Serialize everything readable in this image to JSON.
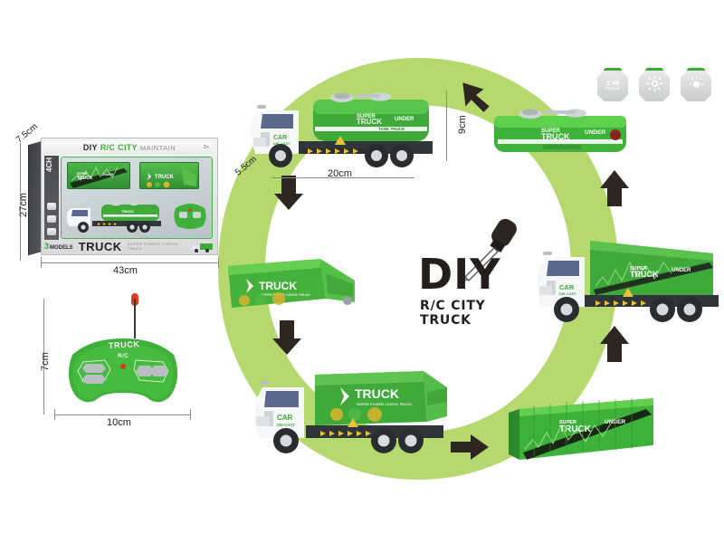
{
  "page": {
    "title": "DIY R/C City Truck product sheet",
    "background_color": "#ffffff",
    "band_color": "#b5d96e",
    "brand_green": "#3eaa34",
    "arrow_color": "#2e2620"
  },
  "center_logo": {
    "title": "DIY",
    "subtitle": "R/C CITY TRUCK",
    "icon": "screwdriver-icon"
  },
  "feature_badges": [
    {
      "name": "scale-badge",
      "line1": "1:48",
      "line2": "SCALE",
      "icon": "scale-icon"
    },
    {
      "name": "gear-badge",
      "line1": "",
      "line2": "",
      "icon": "gear-icon"
    },
    {
      "name": "light-badge",
      "line1": "",
      "line2": "",
      "icon": "light-bulb-icon"
    }
  ],
  "retail_box": {
    "name": "retail-package",
    "header": {
      "diy": "DIY",
      "rc": "R/C",
      "city": "CITY",
      "maintain": "MAINTAIN",
      "age": "3+"
    },
    "left_panel": {
      "channels": "4CH",
      "buttons": [
        "button-1",
        "button-2",
        "button-3"
      ]
    },
    "footer": {
      "models_count": "3",
      "models_label": "MODELS",
      "brand": "TRUCK",
      "sub": "SUPER POWER CARGO TRUCK"
    },
    "contents": [
      {
        "name": "container-module",
        "label": "SUPER TRUCK UNDER"
      },
      {
        "name": "garbage-module",
        "label": "TRUCK"
      },
      {
        "name": "tanker-truck",
        "label": "SUPER TRUCK"
      },
      {
        "name": "remote-control",
        "label": "TRUCK R/C"
      }
    ],
    "dimensions": {
      "width": "43cm",
      "height": "27cm",
      "depth": "7.5cm"
    }
  },
  "remote": {
    "name": "remote-control",
    "brand": "TRUCK",
    "mode": "R/C",
    "dimensions": {
      "width": "10cm",
      "height": "7cm"
    },
    "controls": [
      "forward-button",
      "reverse-button",
      "left-button",
      "right-button"
    ],
    "indicator": "power-led"
  },
  "products": [
    {
      "name": "tanker-truck",
      "cab_label": "CAR",
      "cab_sub": "DIE-CAST",
      "body_label": "SUPER TRUCK",
      "body_sub": "TANK TRUCK",
      "dimensions": {
        "length": "20cm",
        "height": "9cm",
        "width": "5.5cm"
      }
    },
    {
      "name": "tank-module",
      "body_label": "SUPER TRUCK",
      "body_sub": "UNDER"
    },
    {
      "name": "container-truck",
      "cab_label": "CAR",
      "cab_sub": "DIE-CAST",
      "body_label": "SUPER TRUCK",
      "body_sub": "UNDER"
    },
    {
      "name": "container-module",
      "body_label": "SUPER TRUCK",
      "body_sub": "UNDER"
    },
    {
      "name": "garbage-truck",
      "cab_label": "CAR",
      "cab_sub": "DIE-CAST",
      "body_label": "TRUCK",
      "body_sub": "SUPER POWER CARGO TRUCK"
    },
    {
      "name": "garbage-module",
      "body_label": "TRUCK",
      "body_sub": "SUPER POWER CARGO TRUCK"
    }
  ],
  "cycle_arrows": [
    {
      "name": "arrow-top-right",
      "direction": "up-left"
    },
    {
      "name": "arrow-left-upper",
      "direction": "down"
    },
    {
      "name": "arrow-left-lower",
      "direction": "down-right"
    },
    {
      "name": "arrow-bottom",
      "direction": "right"
    },
    {
      "name": "arrow-right-lower",
      "direction": "up"
    },
    {
      "name": "arrow-right-upper",
      "direction": "up-left"
    }
  ]
}
